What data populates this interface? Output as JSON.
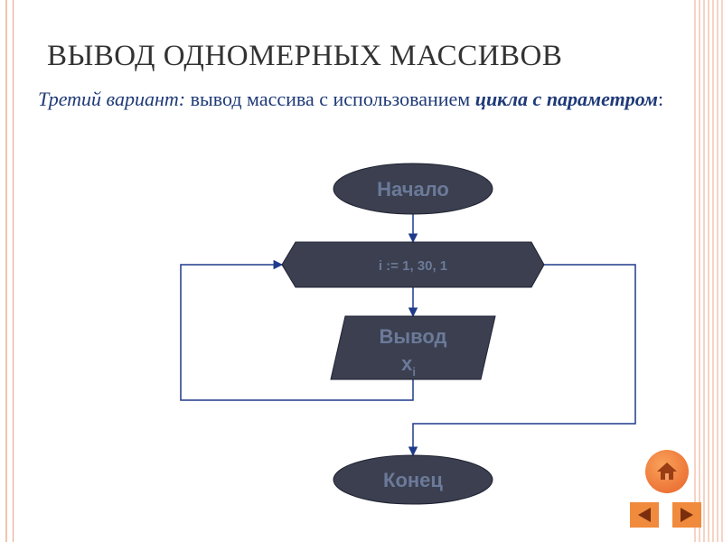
{
  "slide": {
    "title": "ВЫВОД ОДНОМЕРНЫХ МАССИВОВ",
    "subtitle": {
      "part1": "Третий вариант:",
      "part2": " вывод массива с использованием ",
      "part3": "цикла с параметром",
      "part4": ":"
    }
  },
  "flowchart": {
    "start_label": "Начало",
    "loop_label": "i := 1, 30, 1",
    "output_label": "Вывод",
    "output_var": "x",
    "output_subscript": "i",
    "end_label": "Конец"
  },
  "navigation": {
    "home_icon": "home-icon",
    "prev_icon": "arrow-left-icon",
    "next_icon": "arrow-right-icon"
  },
  "colors": {
    "shape_fill": "#3b3f4f",
    "shape_text": "#6b7a99",
    "connector": "#1e3a8a",
    "title_text": "#333333",
    "subtitle_text": "#1f3a78",
    "nav_button": "#f08a3c"
  }
}
